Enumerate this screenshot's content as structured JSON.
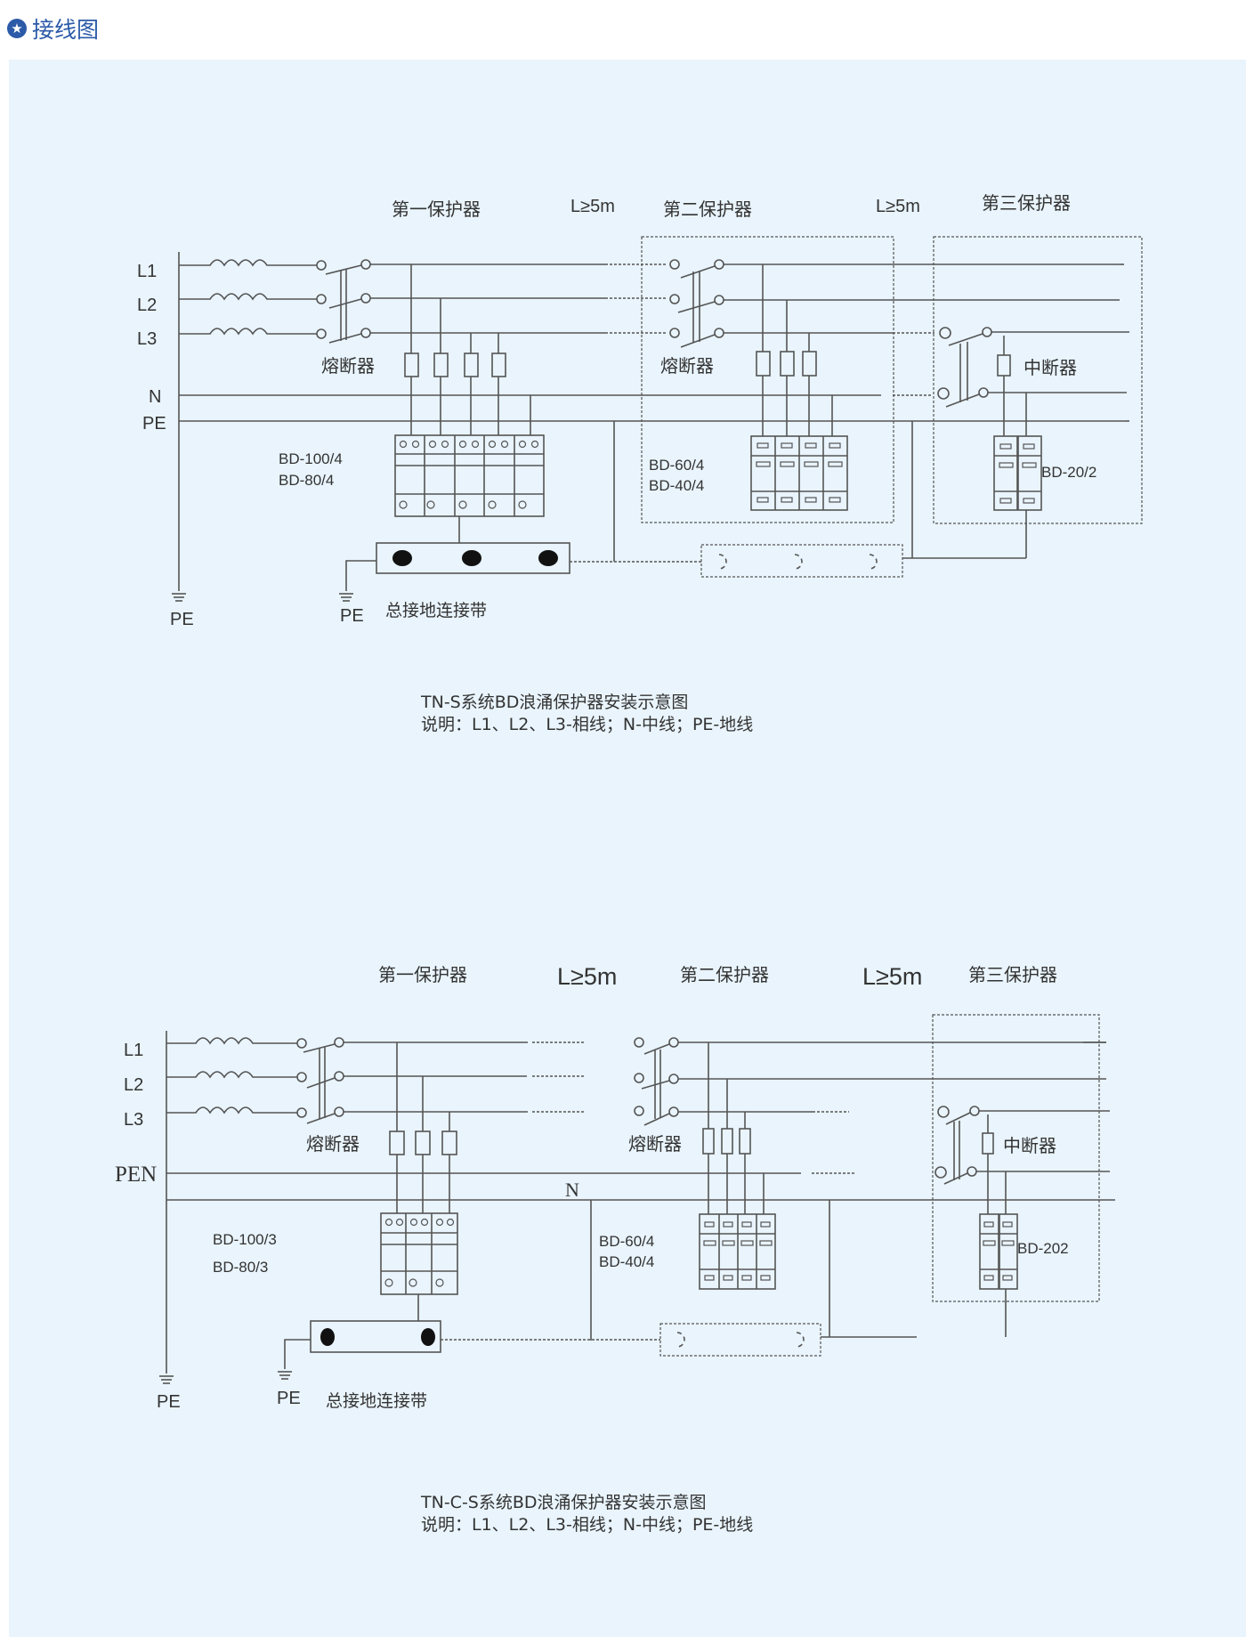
{
  "header": {
    "icon": "star-circle-icon",
    "title": "接线图"
  },
  "colors": {
    "accent": "#2b5aa8",
    "panel_bg": "#e9f4fc",
    "line": "#555555"
  },
  "diagram1": {
    "protector1": "第一保护器",
    "protector2": "第二保护器",
    "protector3": "第三保护器",
    "distance1": "L≥5m",
    "distance2": "L≥5m",
    "lines": {
      "l1": "L1",
      "l2": "L2",
      "l3": "L3",
      "n": "N",
      "pe": "PE"
    },
    "fuse1": "熔断器",
    "fuse2": "熔断器",
    "breaker": "中断器",
    "spd1_model_a": "BD-100/4",
    "spd1_model_b": "BD-80/4",
    "spd2_model_a": "BD-60/4",
    "spd2_model_b": "BD-40/4",
    "spd3_model": "BD-20/2",
    "pe_ground": "PE",
    "pe_bar": "PE",
    "ground_bar": "总接地连接带",
    "caption_title": "TN-S系统BD浪涌保护器安装示意图",
    "caption_note": "说明：L1、L2、L3-相线；N-中线；PE-地线"
  },
  "diagram2": {
    "protector1": "第一保护器",
    "protector2": "第二保护器",
    "protector3": "第三保护器",
    "distance1": "L≥5m",
    "distance2": "L≥5m",
    "lines": {
      "l1": "L1",
      "l2": "L2",
      "l3": "L3",
      "pen": "PEN",
      "n": "N"
    },
    "fuse1": "熔断器",
    "fuse2": "熔断器",
    "breaker": "中断器",
    "spd1_model_a": "BD-100/3",
    "spd1_model_b": "BD-80/3",
    "spd2_model_a": "BD-60/4",
    "spd2_model_b": "BD-40/4",
    "spd3_model": "BD-202",
    "pe_ground": "PE",
    "pe_bar": "PE",
    "ground_bar": "总接地连接带",
    "caption_title": "TN-C-S系统BD浪涌保护器安装示意图",
    "caption_note": "说明：L1、L2、L3-相线；N-中线；PE-地线"
  }
}
